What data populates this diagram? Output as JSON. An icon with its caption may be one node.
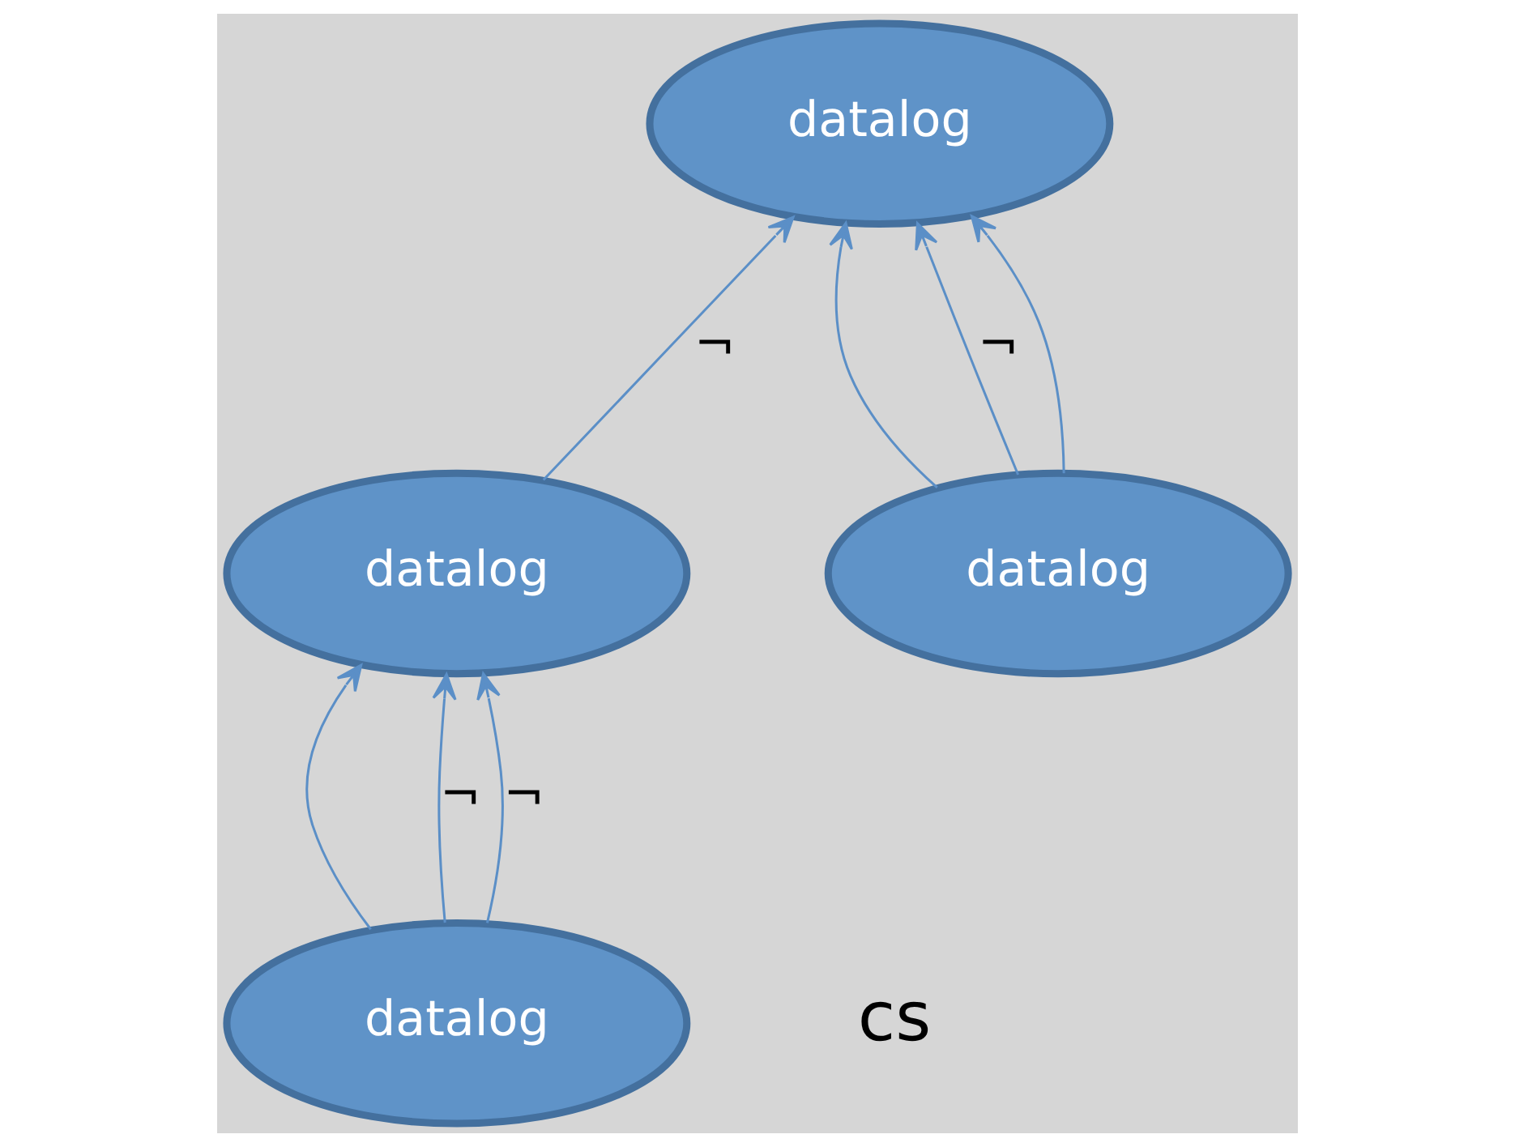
{
  "diagram": {
    "nodes": [
      {
        "text": [
          "datalog"
        ]
      },
      {
        "text": [
          "datalog"
        ]
      },
      {
        "text": [
          "datalog"
        ]
      },
      {
        "text": [
          "datalog"
        ]
      }
    ],
    "edges": [
      {
        "from": 1,
        "to": 0,
        "arrow": "to",
        "label": "¬"
      },
      {
        "from": 2,
        "to": 1,
        "arrow": "to"
      },
      {
        "from": 2,
        "to": 1,
        "arrow": "to",
        "label": "¬"
      },
      {
        "from": 2,
        "to": 1,
        "arrow": "to",
        "label": "¬"
      },
      {
        "from": 3,
        "to": 0,
        "arrow": "to"
      },
      {
        "from": 3,
        "to": 0,
        "arrow": "to",
        "label": "¬"
      },
      {
        "from": 3,
        "to": 0,
        "arrow": "to"
      }
    ],
    "labels": [
      "cs"
    ]
  }
}
